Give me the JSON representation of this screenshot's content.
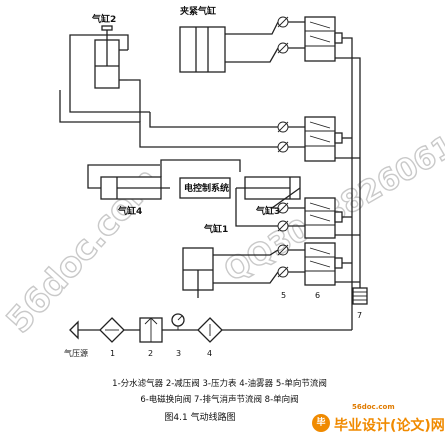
{
  "labels": {
    "cylinder2": "气缸2",
    "clamp_cylinder": "夹紧气缸",
    "cylinder4": "气缸4",
    "cylinder3": "气缸3",
    "cylinder1": "气缸1",
    "electric_cabinet": "电控制系统",
    "air_source": "气压源"
  },
  "numbers": {
    "n1": "1",
    "n2": "2",
    "n3": "3",
    "n4": "4",
    "n5": "5",
    "n6": "6",
    "n7": "7"
  },
  "legend": {
    "line1": "1-分水滤气器  2-减压阀  3-压力表  4-油雾器  5-单向节流阀",
    "line2": "6-电磁换向阀  7-排气消声节流阀  8-单向阀"
  },
  "caption": "图4.1  气动线路图",
  "watermarks": {
    "left": "56doc.com",
    "right": "QQ3068826061"
  },
  "site": "56doc.com",
  "logo": {
    "mark": "毕",
    "text": "毕业设计(论文)网"
  },
  "colors": {
    "line": "#222222",
    "watermark": "#c9c9c9",
    "brand": "#f08a00"
  }
}
